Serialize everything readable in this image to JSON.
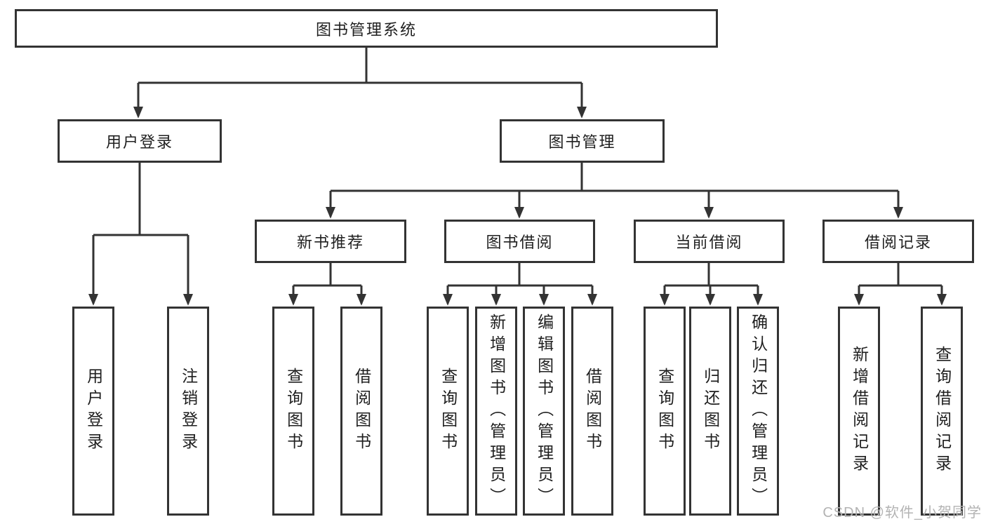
{
  "diagram": {
    "root": {
      "label": "图书管理系统"
    },
    "level2": [
      {
        "label": "用户登录"
      },
      {
        "label": "图书管理"
      }
    ],
    "level3": [
      {
        "label": "新书推荐",
        "parent": "图书管理"
      },
      {
        "label": "图书借阅",
        "parent": "图书管理"
      },
      {
        "label": "当前借阅",
        "parent": "图书管理"
      },
      {
        "label": "借阅记录",
        "parent": "图书管理"
      }
    ],
    "leaves": [
      {
        "label": "用户登录",
        "parent": "用户登录"
      },
      {
        "label": "注销登录",
        "parent": "用户登录"
      },
      {
        "label": "查询图书",
        "parent": "新书推荐"
      },
      {
        "label": "借阅图书",
        "parent": "新书推荐"
      },
      {
        "label": "查询图书",
        "parent": "图书借阅"
      },
      {
        "label": "新增图书（管理员）",
        "parent": "图书借阅"
      },
      {
        "label": "编辑图书（管理员）",
        "parent": "图书借阅"
      },
      {
        "label": "借阅图书",
        "parent": "图书借阅"
      },
      {
        "label": "查询图书",
        "parent": "当前借阅"
      },
      {
        "label": "归还图书",
        "parent": "当前借阅"
      },
      {
        "label": "确认归还（管理员）",
        "parent": "当前借阅"
      },
      {
        "label": "新增借阅记录",
        "parent": "借阅记录"
      },
      {
        "label": "查询借阅记录",
        "parent": "借阅记录"
      }
    ],
    "watermark": "CSDN @软件_小贺同学",
    "colors": {
      "line": "#333333",
      "text": "#1f1f1f",
      "watermark": "#b3b3b3",
      "background": "#ffffff"
    }
  }
}
